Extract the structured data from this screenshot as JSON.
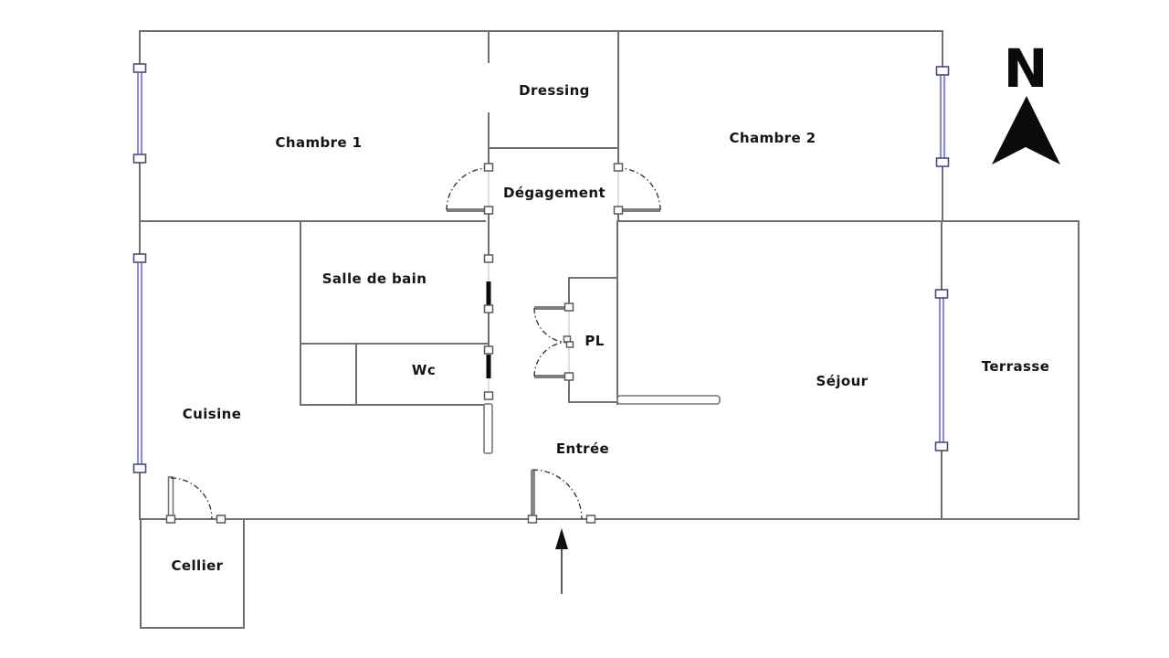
{
  "plan": {
    "type": "apartment-floor-plan",
    "compass": {
      "label": "N"
    },
    "rooms": {
      "chambre1": {
        "label": "Chambre 1"
      },
      "dressing": {
        "label": "Dressing"
      },
      "chambre2": {
        "label": "Chambre 2"
      },
      "degagement": {
        "label": "Dégagement"
      },
      "salle_de_bain": {
        "label": "Salle de bain"
      },
      "wc": {
        "label": "Wc"
      },
      "pl": {
        "label": "PL"
      },
      "cuisine": {
        "label": "Cuisine"
      },
      "sejour": {
        "label": "Séjour"
      },
      "terrasse": {
        "label": "Terrasse"
      },
      "entree": {
        "label": "Entrée"
      },
      "cellier": {
        "label": "Cellier"
      }
    },
    "colors": {
      "background": "#ffffff",
      "wall": "#6f6f6f",
      "window": "#8f8fd0",
      "window_frame": "#4a4a7a",
      "door_leaf": "#7d7d7d",
      "door_arc": "#2f2f2f",
      "sliding_panel": "#0b0b0b",
      "label_text": "#141414",
      "north": "#0b0b0b"
    }
  }
}
